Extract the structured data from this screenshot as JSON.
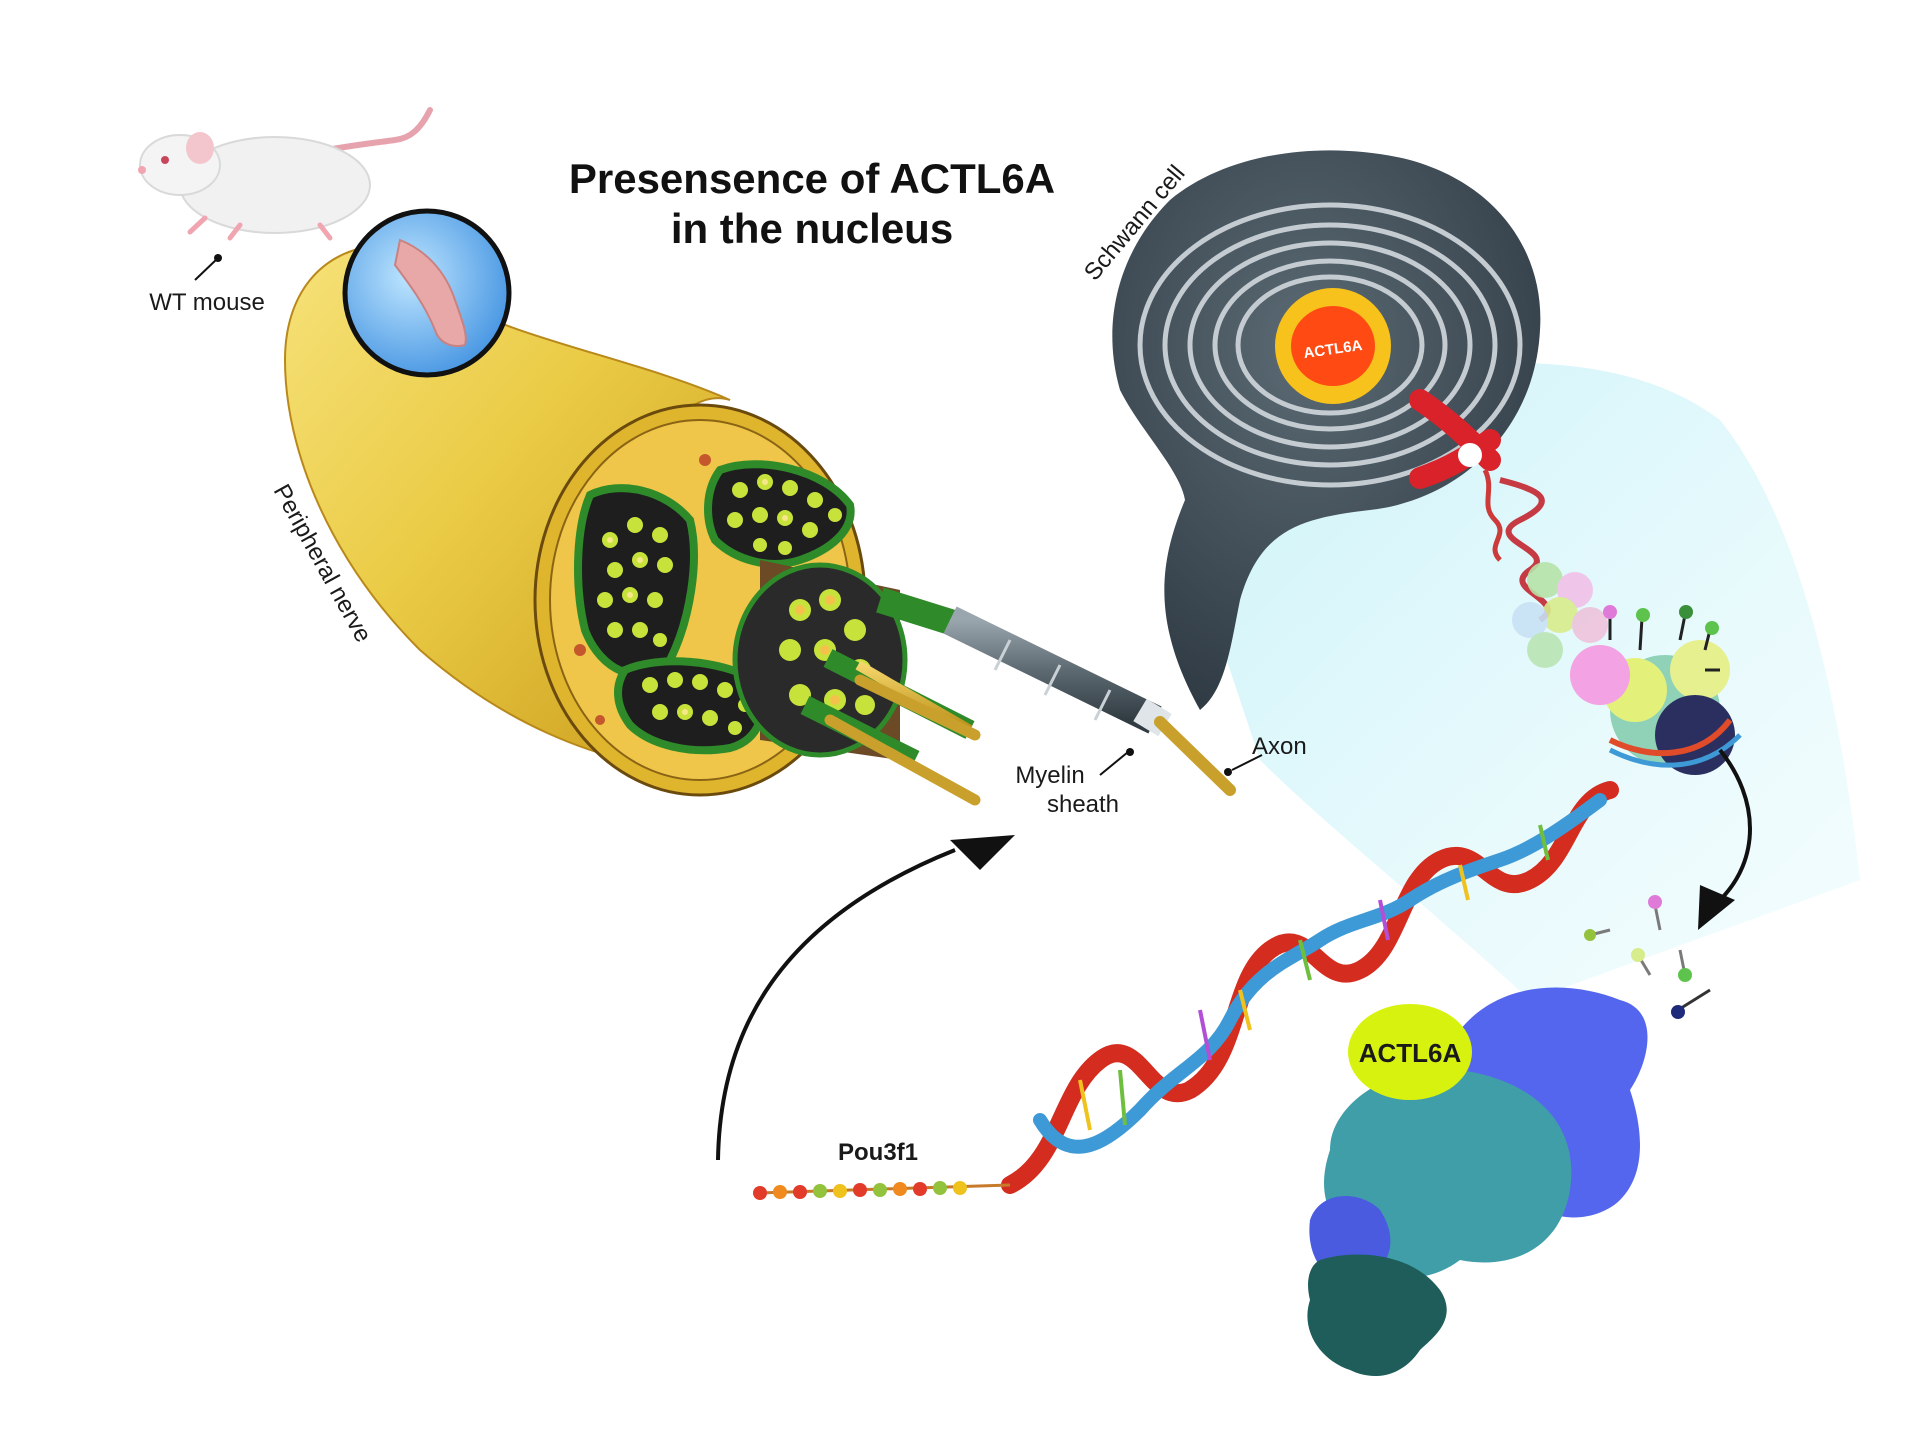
{
  "title": {
    "line1": "Presensence of ACTL6A",
    "line2": "in the nucleus"
  },
  "labels": {
    "wt_mouse": "WT mouse",
    "peripheral_nerve": "Peripheral nerve",
    "schwann_cell": "Schwann cell",
    "nucleus_actl6a": "ACTL6A",
    "axon": "Axon",
    "myelin_line1": "Myelin",
    "myelin_line2": "sheath",
    "gene": "Pou3f1",
    "complex_actl6a": "ACTL6A"
  },
  "colors": {
    "nerve_yellow": "#e9c43a",
    "fascicle_green": "#2f8a2a",
    "schwann_gray": "#3f4b55",
    "nucleus_orange": "#ff4a14",
    "nucleus_ring": "#f6c21b",
    "dna_red": "#d42c1e",
    "dna_blue": "#3e9ad6",
    "complex_blue": "#5566ee",
    "complex_teal": "#3f9ea8",
    "actl6a_badge": "#d8f20f",
    "glow": "#d6f7fb"
  },
  "icons": [
    "mouse-icon",
    "magnifier-icon",
    "chromosome-icon",
    "nucleosome-icon",
    "protein-complex-icon"
  ]
}
